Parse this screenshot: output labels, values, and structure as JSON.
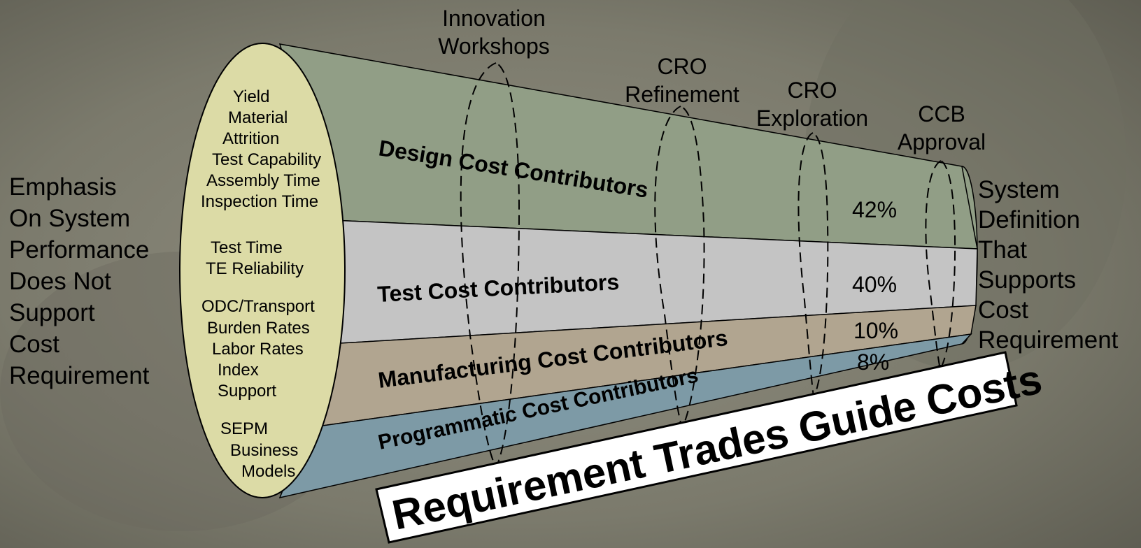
{
  "left_caption": [
    "Emphasis",
    "On System",
    "Performance",
    "Does Not",
    "Support",
    "Cost",
    "Requirement"
  ],
  "right_caption": [
    "System",
    "Definition",
    "That",
    "Supports",
    "Cost",
    "Requirement"
  ],
  "contributors": [
    "Yield",
    "Material",
    "Attrition",
    "Test Capability",
    "Assembly Time",
    "Inspection Time",
    "Test Time",
    "TE Reliability",
    "ODC/Transport",
    "Burden Rates",
    "Labor Rates",
    "Index",
    "Support",
    "SEPM",
    "Business",
    "Models"
  ],
  "bands": [
    {
      "label": "Design Cost Contributors",
      "percent": "42%",
      "color": "#919e86"
    },
    {
      "label": "Test Cost Contributors",
      "percent": "40%",
      "color": "#c4c4c4"
    },
    {
      "label": "Manufacturing Cost Contributors",
      "percent": "10%",
      "color": "#b1a590"
    },
    {
      "label": "Programmatic Cost Contributors",
      "percent": "8%",
      "color": "#7d9aa6"
    }
  ],
  "phases": [
    {
      "lines": [
        "Innovation",
        "Workshops"
      ]
    },
    {
      "lines": [
        "CRO",
        "Refinement"
      ]
    },
    {
      "lines": [
        "CRO",
        "Exploration"
      ]
    },
    {
      "lines": [
        "CCB",
        "Approval"
      ]
    }
  ],
  "banner": "Requirement Trades Guide Costs",
  "colors": {
    "ellipse_fill": "#dcdba6",
    "background": "#7b7a6c"
  }
}
